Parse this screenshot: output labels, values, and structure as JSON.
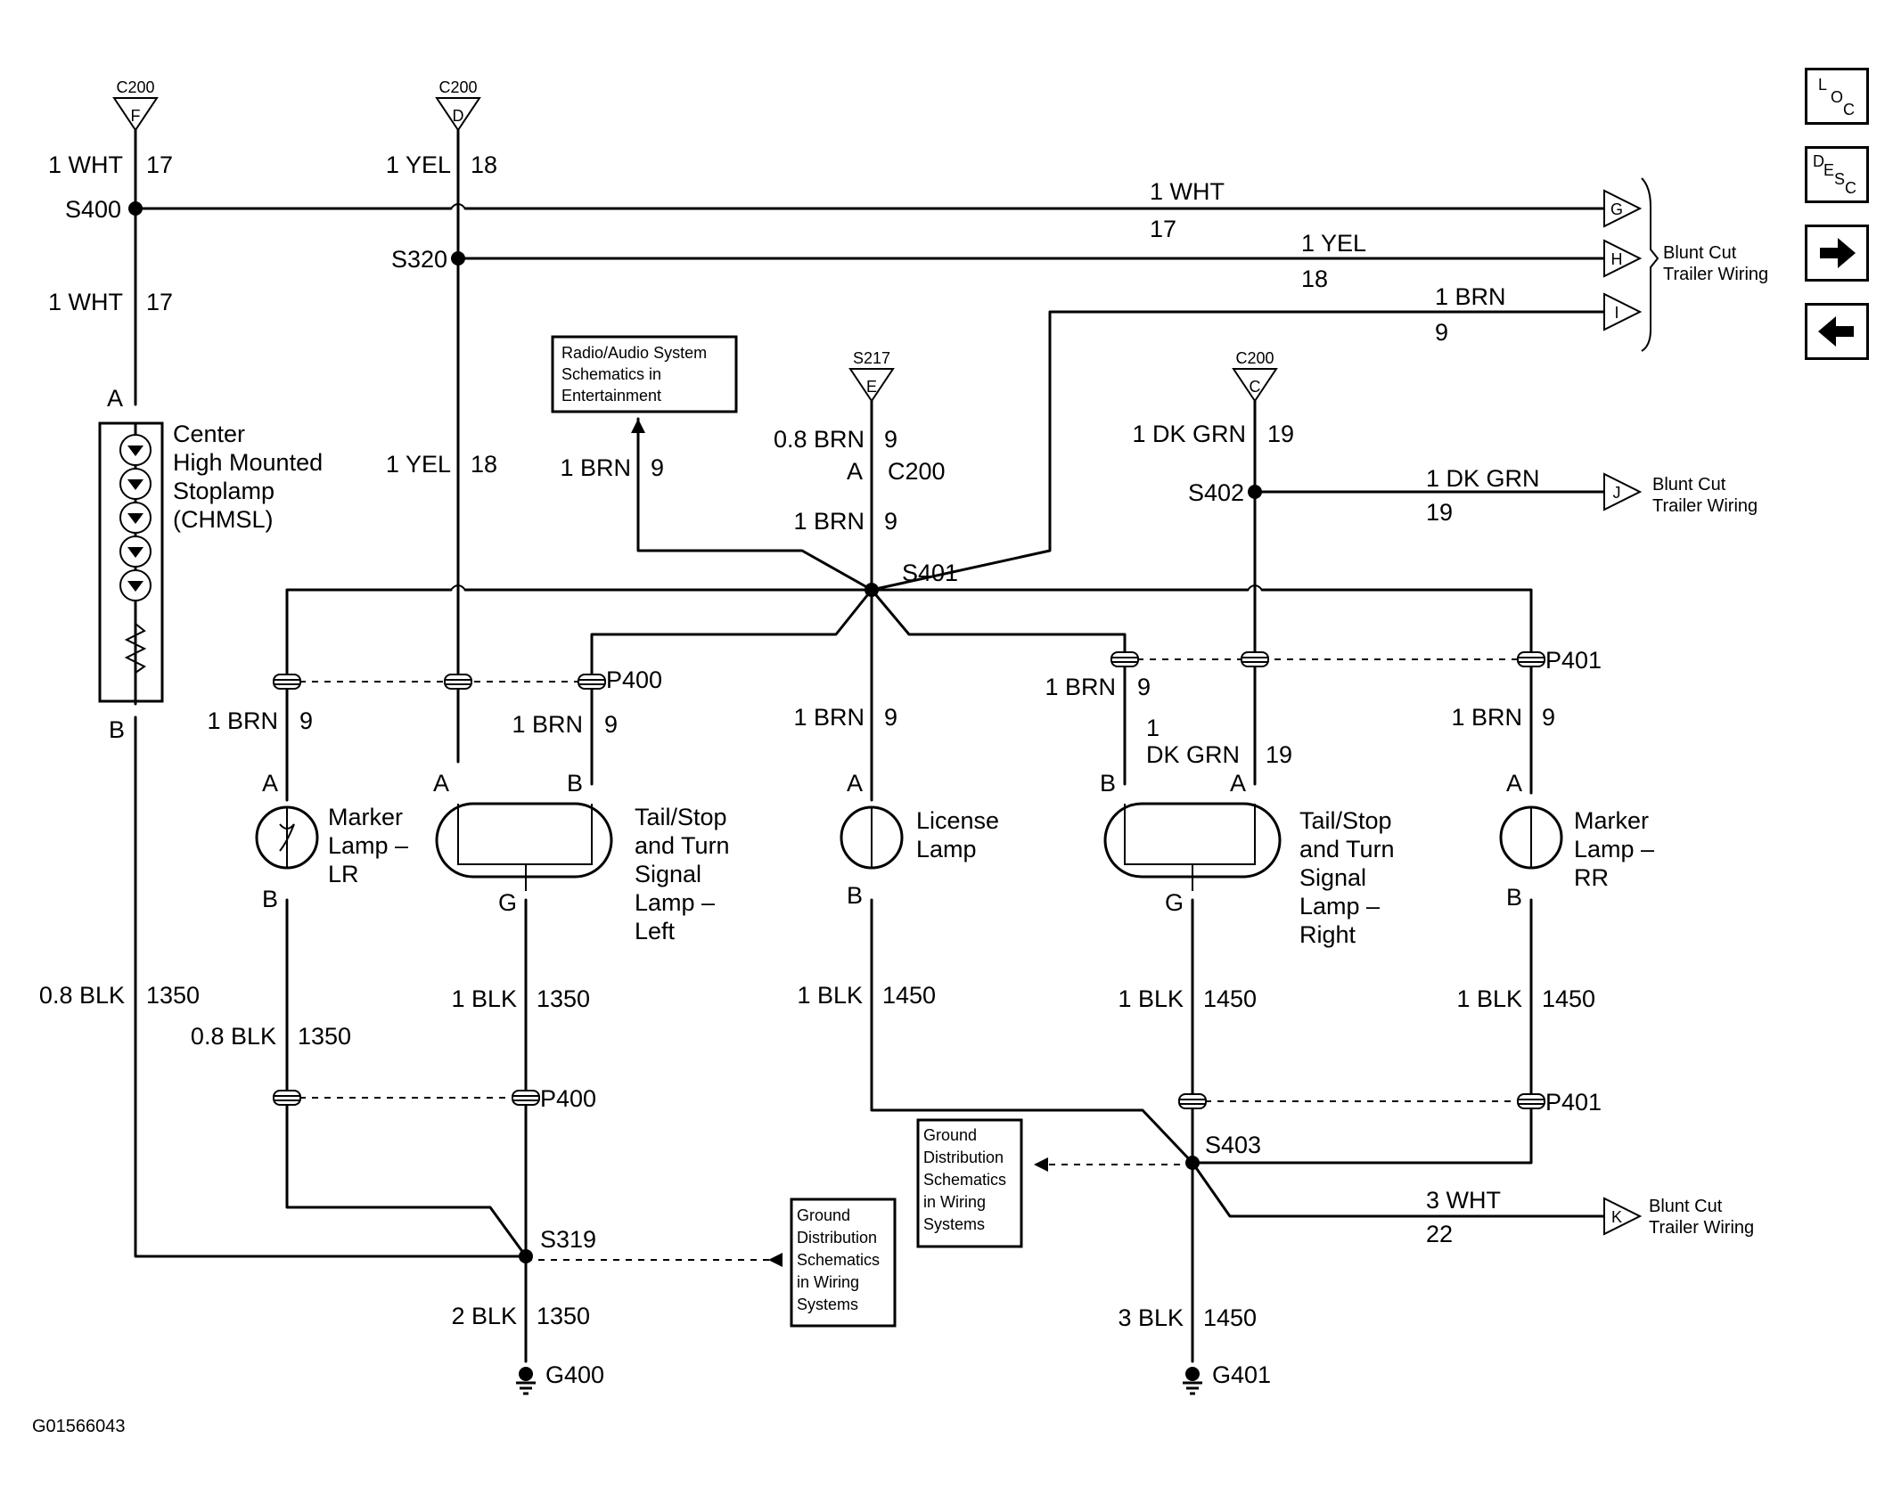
{
  "figure_id": "G01566043",
  "nav": {
    "loc_l": "L",
    "loc_o": "O",
    "loc_c": "C",
    "desc_d": "D",
    "desc_e": "E",
    "desc_s": "S",
    "desc_c": "C"
  },
  "connectors": {
    "c200": "C200",
    "s217": "S217",
    "pin_f": "F",
    "pin_d": "D",
    "pin_e": "E",
    "pin_c": "C"
  },
  "off_page": {
    "g": "G",
    "h": "H",
    "i": "I",
    "j": "J",
    "k": "K",
    "blunt_cut_1": "Blunt Cut",
    "trailer_wiring_1": "Trailer Wiring",
    "blunt_cut_2": "Blunt Cut",
    "trailer_wiring_2": "Trailer Wiring",
    "blunt_cut_3": "Blunt Cut",
    "trailer_wiring_3": "Trailer Wiring"
  },
  "splices": {
    "s400": "S400",
    "s320": "S320",
    "s401": "S401",
    "s402": "S402",
    "s403": "S403",
    "s319": "S319",
    "p400a": "P400",
    "p401a": "P401",
    "p400b": "P400",
    "p401b": "P401"
  },
  "grounds": {
    "g400": "G400",
    "g401": "G401"
  },
  "wires": {
    "w1": "1 WHT",
    "n1": "17",
    "w2": "1 YEL",
    "n2": "18",
    "w3": "1 WHT",
    "n3": "17",
    "w4": "1 YEL",
    "n4": "18",
    "w5": "1 BRN",
    "n5": "9",
    "w6": "1 WHT",
    "n6": "17",
    "w7": "1 YEL",
    "n7": "18",
    "w8": "1 BRN",
    "n8": "9",
    "w9": "0.8 BRN",
    "n9": "9",
    "c200a": "C200",
    "w10": "1 BRN",
    "n10": "9",
    "w11": "1 DK GRN",
    "n11": "19",
    "w12": "1 DK GRN",
    "n12": "19",
    "w13": "1 BRN",
    "n13": "9",
    "w14": "1 BRN",
    "n14": "9",
    "w15": "1 BRN",
    "n15": "9",
    "w16": "1 BRN",
    "n16": "9",
    "w17": "1",
    "w17b": "DK GRN",
    "n17": "19",
    "w18": "1 BRN",
    "n18": "9",
    "w19": "0.8 BLK",
    "n19": "1350",
    "w20": "0.8 BLK",
    "n20": "1350",
    "w21": "1 BLK",
    "n21": "1350",
    "w22": "1 BLK",
    "n22": "1450",
    "w23": "1 BLK",
    "n23": "1450",
    "w24": "1 BLK",
    "n24": "1450",
    "w25": "2 BLK",
    "n25": "1350",
    "w26": "3 BLK",
    "n26": "1450",
    "w27": "3 WHT",
    "n27": "22"
  },
  "pins": {
    "a1": "A",
    "b1": "B",
    "a2": "A",
    "b2": "B",
    "a3": "A",
    "b3": "B",
    "g1": "G",
    "a4": "A",
    "b4": "B",
    "b5": "B",
    "a5": "A",
    "g2": "G",
    "a6": "A",
    "b6": "B",
    "a7": "A"
  },
  "components": {
    "chmsl": [
      "Center",
      "High Mounted",
      "Stoplamp",
      "(CHMSL)"
    ],
    "marker_lr": [
      "Marker",
      "Lamp –",
      "LR"
    ],
    "tail_left": [
      "Tail/Stop",
      "and Turn",
      "Signal",
      "Lamp –",
      "Left"
    ],
    "license": [
      "License",
      "Lamp"
    ],
    "tail_right": [
      "Tail/Stop",
      "and Turn",
      "Signal",
      "Lamp –",
      "Right"
    ],
    "marker_rr": [
      "Marker",
      "Lamp –",
      "RR"
    ]
  },
  "refs": {
    "radio": [
      "Radio/Audio System",
      "Schematics in",
      "Entertainment"
    ],
    "ground1": [
      "Ground",
      "Distribution",
      "Schematics",
      "in Wiring",
      "Systems"
    ],
    "ground2": [
      "Ground",
      "Distribution",
      "Schematics",
      "in Wiring",
      "Systems"
    ]
  }
}
